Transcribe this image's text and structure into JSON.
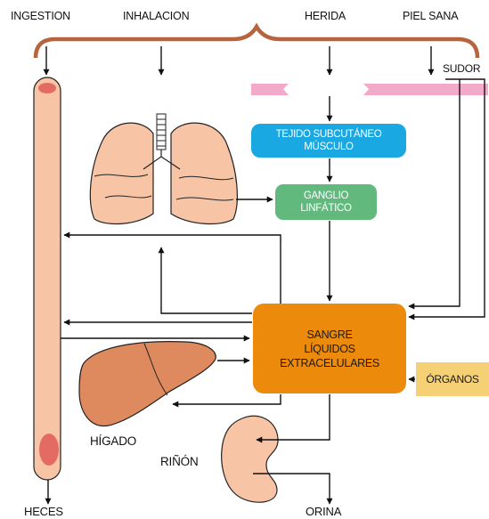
{
  "labels": {
    "ingestion": "INGESTION",
    "inhalacion": "INHALACION",
    "herida": "HERIDA",
    "piel_sana": "PIEL SANA",
    "sudor": "SUDOR",
    "higado": "HÍGADO",
    "rinon": "RIÑÓN",
    "heces": "HECES",
    "orina": "ORINA"
  },
  "boxes": {
    "tejido": {
      "line1": "TEJIDO SUBCUTÁNEO",
      "line2": "MÚSCULO"
    },
    "ganglio": {
      "line1": "GANGLIO",
      "line2": "LINFÁTICO"
    },
    "sangre": {
      "line1": "SANGRE",
      "line2": "LÍQUIDOS",
      "line3": "EXTRACELULARES"
    },
    "organos": "ÓRGANOS"
  },
  "colors": {
    "tejido_box": "#1aa8e2",
    "ganglio_box": "#62b97e",
    "sangre_box": "#ec8b0b",
    "organos_box": "#f5d074",
    "brace": "#b5643e",
    "skin_barrier": "#f3a9c9",
    "organ_fill": "#f7c4a6",
    "liver_fill": "#de8a5e",
    "arrows": "#111111"
  }
}
